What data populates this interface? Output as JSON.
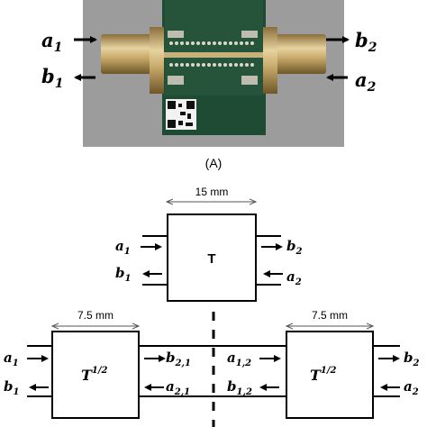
{
  "photo": {
    "panel_label": "(A)",
    "labels": {
      "a1": {
        "base": "a",
        "sub": "1"
      },
      "b1": {
        "base": "b",
        "sub": "1"
      },
      "b2": {
        "base": "b",
        "sub": "2"
      },
      "a2": {
        "base": "a",
        "sub": "2"
      }
    }
  },
  "top_box": {
    "dimension": "15 mm",
    "label": "T",
    "ports": {
      "a1": {
        "base": "a",
        "sub": "1"
      },
      "b1": {
        "base": "b",
        "sub": "1"
      },
      "b2": {
        "base": "b",
        "sub": "2"
      },
      "a2": {
        "base": "a",
        "sub": "2"
      }
    }
  },
  "left_box": {
    "dimension": "7.5 mm",
    "label_base": "T",
    "label_sup": "1/2",
    "ports": {
      "a1": {
        "base": "a",
        "sub": "1"
      },
      "b1": {
        "base": "b",
        "sub": "1"
      },
      "b21": {
        "base": "b",
        "sub": "2,1"
      },
      "a21": {
        "base": "a",
        "sub": "2,1"
      }
    }
  },
  "right_box": {
    "dimension": "7.5 mm",
    "label_base": "T",
    "label_sup": "1/2",
    "ports": {
      "a12": {
        "base": "a",
        "sub": "1,2"
      },
      "b12": {
        "base": "b",
        "sub": "1,2"
      },
      "b2": {
        "base": "b",
        "sub": "2"
      },
      "a2": {
        "base": "a",
        "sub": "2"
      }
    }
  },
  "colors": {
    "photo_background": "#9c9c9c",
    "pcb_green": "#1f4a33",
    "connector_gold": "#c8a96a",
    "line": "#000000"
  }
}
